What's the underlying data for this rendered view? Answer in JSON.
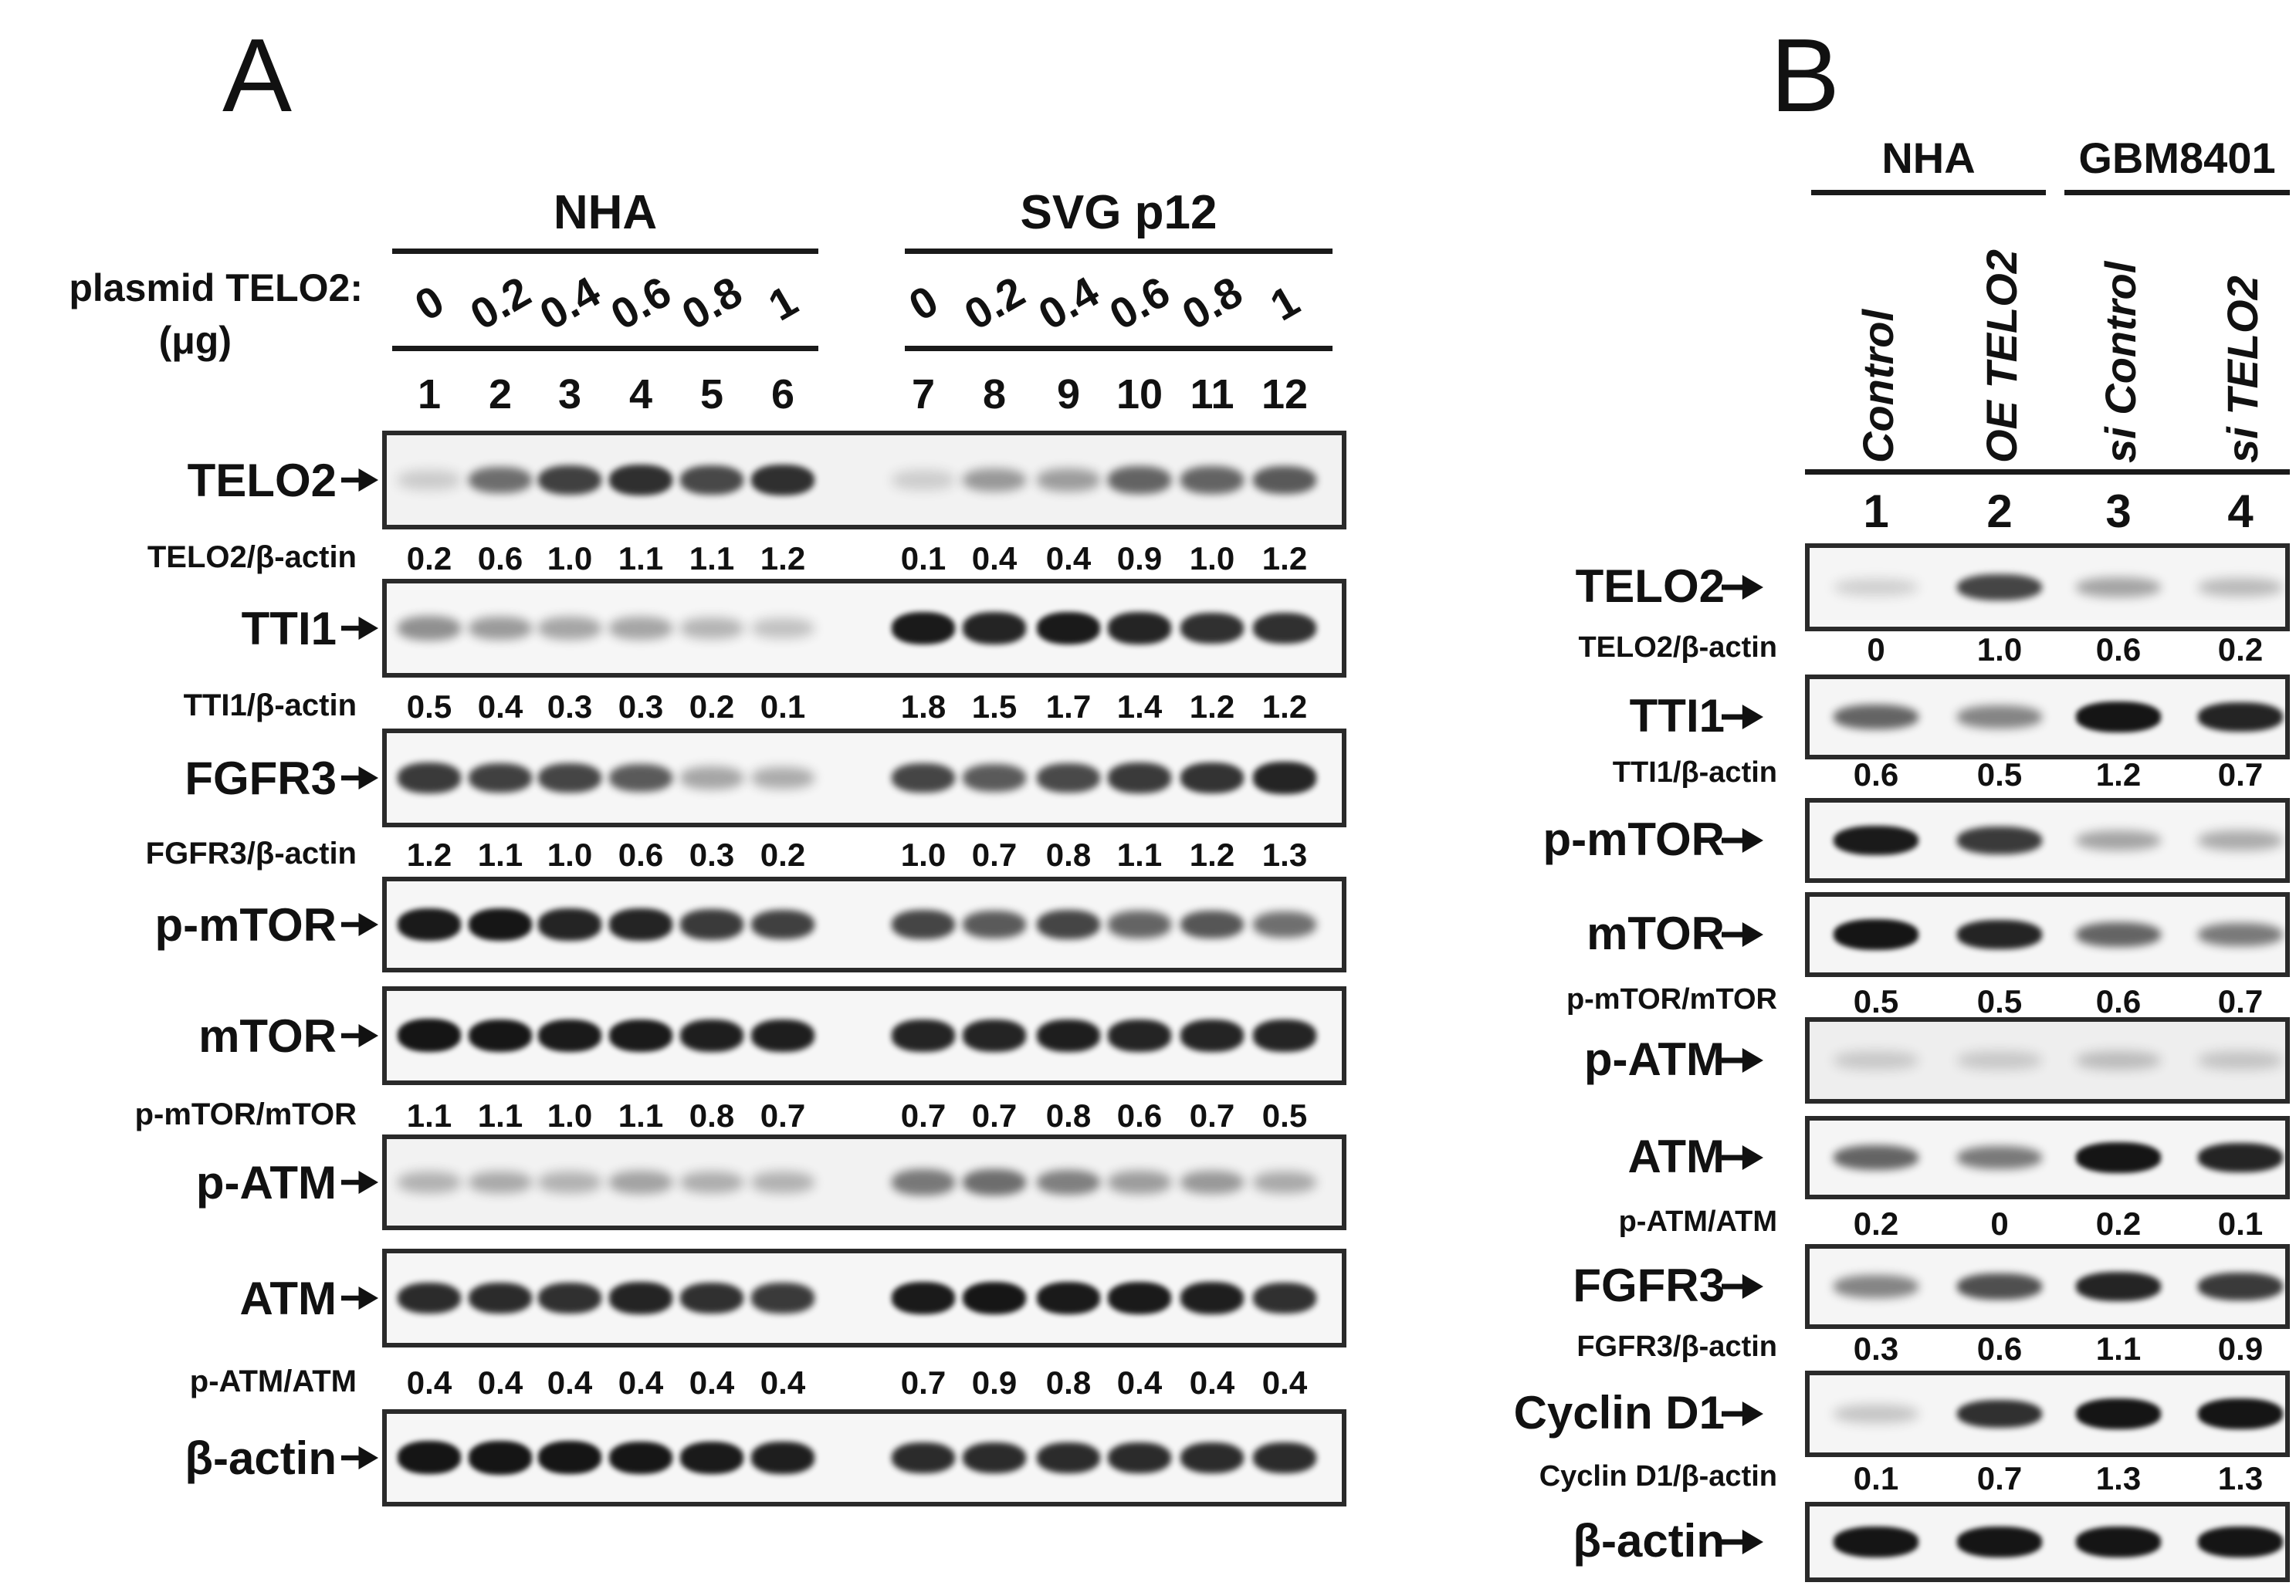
{
  "panel_a": {
    "letter": "A",
    "groups": [
      {
        "name": "NHA"
      },
      {
        "name": "SVG p12"
      }
    ],
    "dose_label_line1": "plasmid TELO2:",
    "dose_label_line2": "(μg)",
    "doses": [
      "0",
      "0.2",
      "0.4",
      "0.6",
      "0.8",
      "1",
      "0",
      "0.2",
      "0.4",
      "0.6",
      "0.8",
      "1"
    ],
    "lanes": [
      "1",
      "2",
      "3",
      "4",
      "5",
      "6",
      "7",
      "8",
      "9",
      "10",
      "11",
      "12"
    ],
    "blots": [
      {
        "label": "TELO2",
        "intensities": [
          0.06,
          0.5,
          0.72,
          0.8,
          0.68,
          0.8,
          0.05,
          0.3,
          0.28,
          0.55,
          0.55,
          0.6
        ],
        "ratio_label": "TELO2/β-actin",
        "ratios": [
          "0.2",
          "0.6",
          "1.0",
          "1.1",
          "1.1",
          "1.2",
          "0.1",
          "0.4",
          "0.4",
          "0.9",
          "1.0",
          "1.2"
        ]
      },
      {
        "label": "TTI1",
        "intensities": [
          0.35,
          0.3,
          0.25,
          0.25,
          0.18,
          0.12,
          0.9,
          0.85,
          0.9,
          0.85,
          0.8,
          0.8
        ],
        "ratio_label": "TTI1/β-actin",
        "ratios": [
          "0.5",
          "0.4",
          "0.3",
          "0.3",
          "0.2",
          "0.1",
          "1.8",
          "1.5",
          "1.7",
          "1.4",
          "1.2",
          "1.2"
        ]
      },
      {
        "label": "FGFR3",
        "intensities": [
          0.75,
          0.72,
          0.7,
          0.6,
          0.25,
          0.22,
          0.7,
          0.6,
          0.68,
          0.75,
          0.78,
          0.85
        ],
        "ratio_label": "FGFR3/β-actin",
        "ratios": [
          "1.2",
          "1.1",
          "1.0",
          "0.6",
          "0.3",
          "0.2",
          "1.0",
          "0.7",
          "0.8",
          "1.1",
          "1.2",
          "1.3"
        ]
      },
      {
        "label": "p-mTOR",
        "intensities": [
          0.9,
          0.92,
          0.85,
          0.85,
          0.75,
          0.72,
          0.7,
          0.6,
          0.7,
          0.55,
          0.62,
          0.5
        ],
        "ratio_label": "",
        "ratios": []
      },
      {
        "label": "mTOR",
        "intensities": [
          0.95,
          0.92,
          0.9,
          0.9,
          0.88,
          0.88,
          0.85,
          0.85,
          0.88,
          0.85,
          0.85,
          0.85
        ],
        "ratio_label": "p-mTOR/mTOR",
        "ratios": [
          "1.1",
          "1.1",
          "1.0",
          "1.1",
          "0.8",
          "0.7",
          "0.7",
          "0.7",
          "0.8",
          "0.6",
          "0.7",
          "0.5"
        ]
      },
      {
        "label": "p-ATM",
        "intensities": [
          0.18,
          0.22,
          0.18,
          0.25,
          0.2,
          0.18,
          0.45,
          0.5,
          0.42,
          0.28,
          0.3,
          0.22
        ],
        "ratio_label": "",
        "ratios": []
      },
      {
        "label": "ATM",
        "intensities": [
          0.82,
          0.82,
          0.8,
          0.85,
          0.8,
          0.75,
          0.9,
          0.92,
          0.9,
          0.9,
          0.88,
          0.8
        ],
        "ratio_label": "p-ATM/ATM",
        "ratios": [
          "0.4",
          "0.4",
          "0.4",
          "0.4",
          "0.4",
          "0.4",
          "0.7",
          "0.9",
          "0.8",
          "0.4",
          "0.4",
          "0.4"
        ]
      },
      {
        "label": "β-actin",
        "intensities": [
          0.95,
          0.98,
          0.95,
          0.92,
          0.9,
          0.88,
          0.82,
          0.82,
          0.82,
          0.82,
          0.82,
          0.82
        ],
        "ratio_label": "",
        "ratios": []
      }
    ]
  },
  "panel_b": {
    "letter": "B",
    "groups": [
      {
        "name": "NHA"
      },
      {
        "name": "GBM8401"
      }
    ],
    "conditions": [
      "Control",
      "OE TELO2",
      "si Control",
      "si TELO2"
    ],
    "lanes": [
      "1",
      "2",
      "3",
      "4"
    ],
    "blots": [
      {
        "label": "TELO2",
        "intensities": [
          0.05,
          0.7,
          0.25,
          0.15
        ],
        "ratio_label": "TELO2/β-actin",
        "ratios": [
          "0",
          "1.0",
          "0.6",
          "0.2"
        ]
      },
      {
        "label": "TTI1",
        "intensities": [
          0.55,
          0.4,
          0.95,
          0.85
        ],
        "ratio_label": "TTI1/β-actin",
        "ratios": [
          "0.6",
          "0.5",
          "1.2",
          "0.7"
        ]
      },
      {
        "label": "p-mTOR",
        "intensities": [
          0.9,
          0.75,
          0.25,
          0.22
        ],
        "ratio_label": "",
        "ratios": []
      },
      {
        "label": "mTOR",
        "intensities": [
          0.98,
          0.85,
          0.55,
          0.45
        ],
        "ratio_label": "p-mTOR/mTOR",
        "ratios": [
          "0.5",
          "0.5",
          "0.6",
          "0.7"
        ]
      },
      {
        "label": "p-ATM",
        "intensities": [
          0.06,
          0.06,
          0.12,
          0.08
        ],
        "ratio_label": "",
        "ratios": []
      },
      {
        "label": "ATM",
        "intensities": [
          0.55,
          0.45,
          0.95,
          0.85
        ],
        "ratio_label": "p-ATM/ATM",
        "ratios": [
          "0.2",
          "0",
          "0.2",
          "0.1"
        ]
      },
      {
        "label": "FGFR3",
        "intensities": [
          0.4,
          0.65,
          0.85,
          0.75
        ],
        "ratio_label": "FGFR3/β-actin",
        "ratios": [
          "0.3",
          "0.6",
          "1.1",
          "0.9"
        ]
      },
      {
        "label": "Cyclin D1",
        "intensities": [
          0.1,
          0.8,
          0.98,
          0.98
        ],
        "ratio_label": "Cyclin D1/β-actin",
        "ratios": [
          "0.1",
          "0.7",
          "1.3",
          "1.3"
        ]
      },
      {
        "label": "β-actin",
        "intensities": [
          0.95,
          0.95,
          0.95,
          0.95
        ],
        "ratio_label": "",
        "ratios": []
      }
    ]
  }
}
